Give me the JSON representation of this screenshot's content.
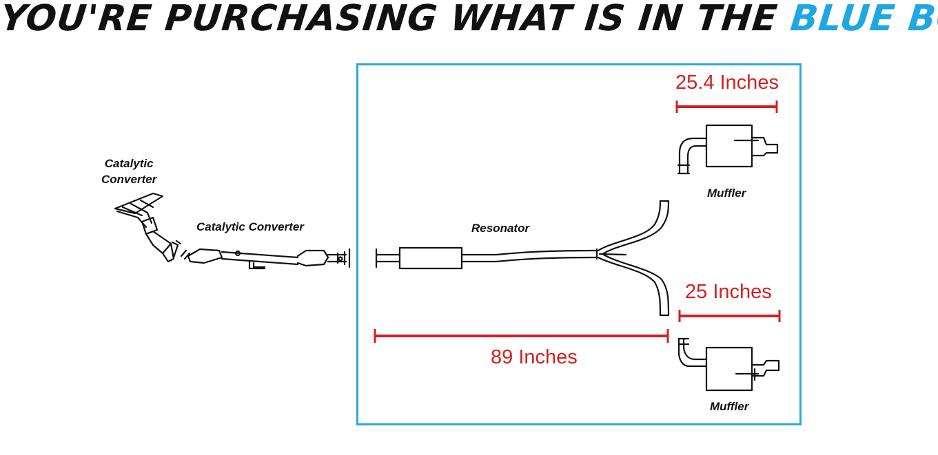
{
  "header": {
    "title_prefix": "YOU'RE PURCHASING WHAT IS IN THE",
    "title_highlight": "BLUE BOX"
  },
  "labels": {
    "catalytic_converter_1": "Catalytic\nConverter",
    "catalytic_converter_2": "Catalytic Converter",
    "resonator": "Resonator",
    "muffler_top": "Muffler",
    "muffler_bottom": "Muffler"
  },
  "dimensions": {
    "top_muffler": "25.4 Inches",
    "bottom_muffler": "25 Inches",
    "resonator_section": "89 Inches"
  },
  "colors": {
    "highlight_blue": "#1ea7e0",
    "box_border": "#2aa9d6",
    "dimension_red": "#d41f1f",
    "line_black": "#111111"
  }
}
